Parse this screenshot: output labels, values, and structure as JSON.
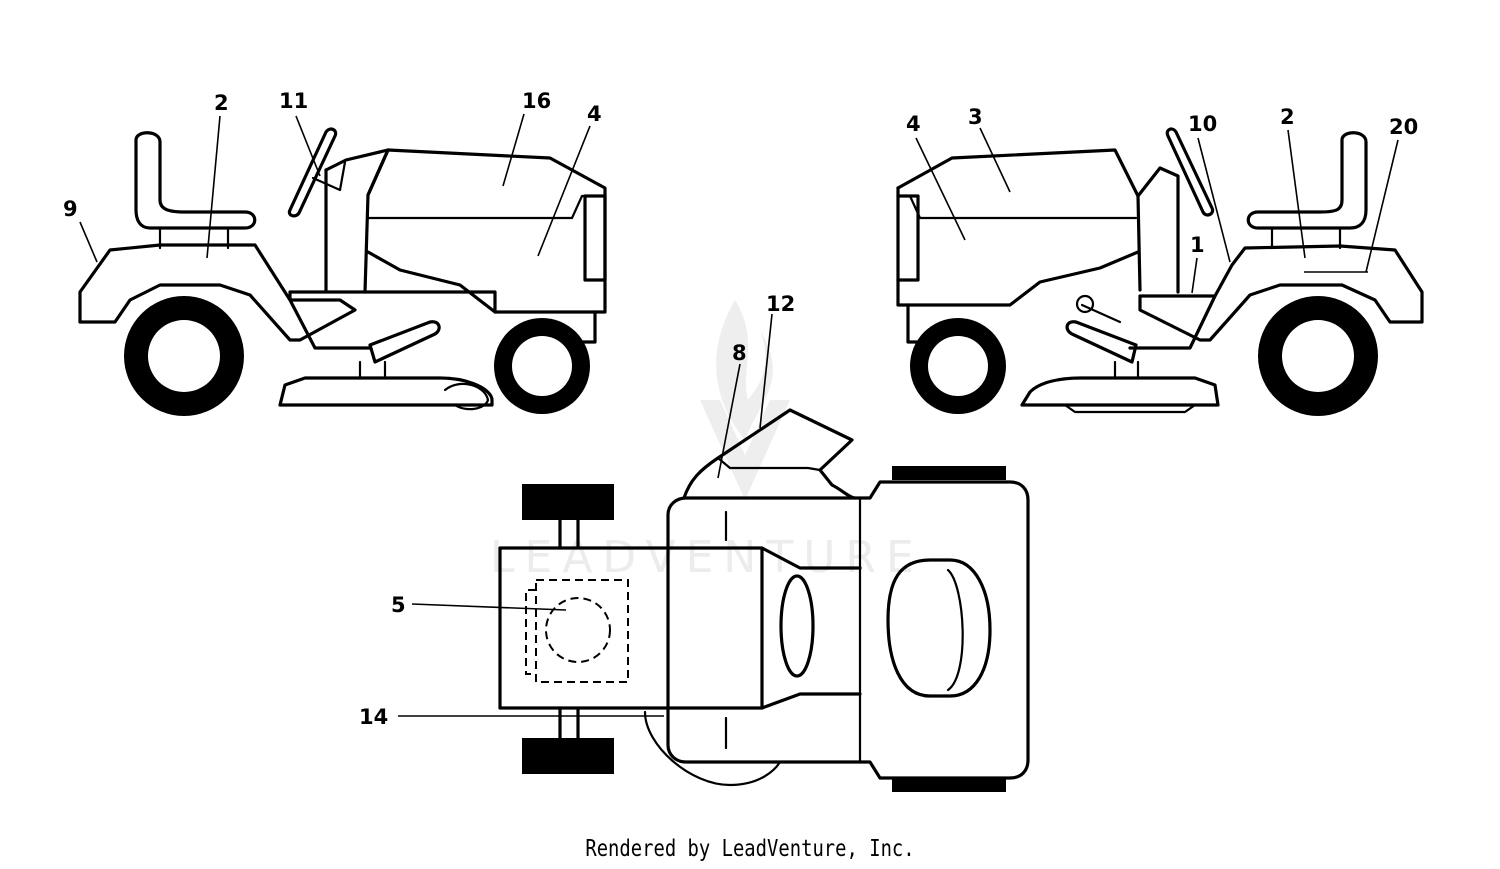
{
  "watermark": "LEADVENTURE",
  "credit": "Rendered by LeadVenture, Inc.",
  "callouts": {
    "left_view": {
      "c9": "9",
      "c2": "2",
      "c11": "11",
      "c16": "16",
      "c4": "4"
    },
    "right_view": {
      "c4": "4",
      "c3": "3",
      "c10": "10",
      "c2": "2",
      "c20": "20",
      "c1": "1"
    },
    "top_view": {
      "c12": "12",
      "c8": "8",
      "c5": "5",
      "c14": "14"
    }
  }
}
